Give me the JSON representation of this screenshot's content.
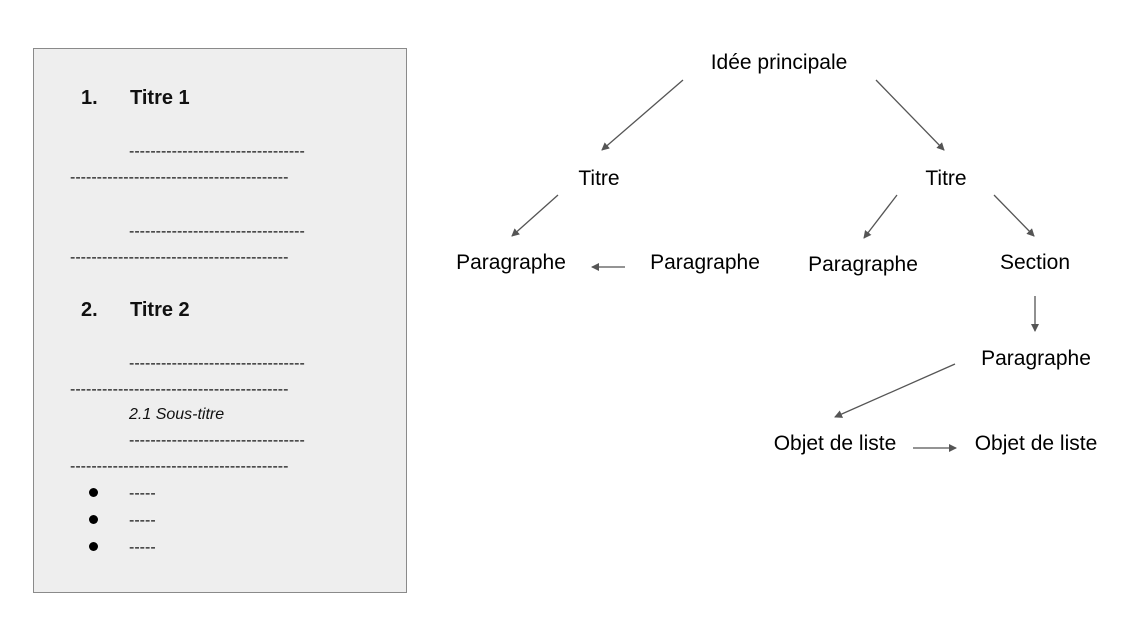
{
  "document_outline": {
    "heading1": {
      "number": "1.",
      "text": "Titre 1"
    },
    "heading2": {
      "number": "2.",
      "text": "Titre 2"
    },
    "subtitle": "2.1 Sous-titre",
    "indented_dash": "---------------------------------",
    "full_dash": "-----------------------------------------",
    "bullets": [
      "-----",
      "-----",
      "-----"
    ]
  },
  "mind_map": {
    "root": "Idée principale",
    "title_left": "Titre",
    "title_right": "Titre",
    "para_left_a": "Paragraphe",
    "para_left_b": "Paragraphe",
    "para_right": "Paragraphe",
    "section": "Section",
    "section_para": "Paragraphe",
    "list_item_1": "Objet de liste",
    "list_item_2": "Objet de liste",
    "arrow_color": "#555555"
  }
}
